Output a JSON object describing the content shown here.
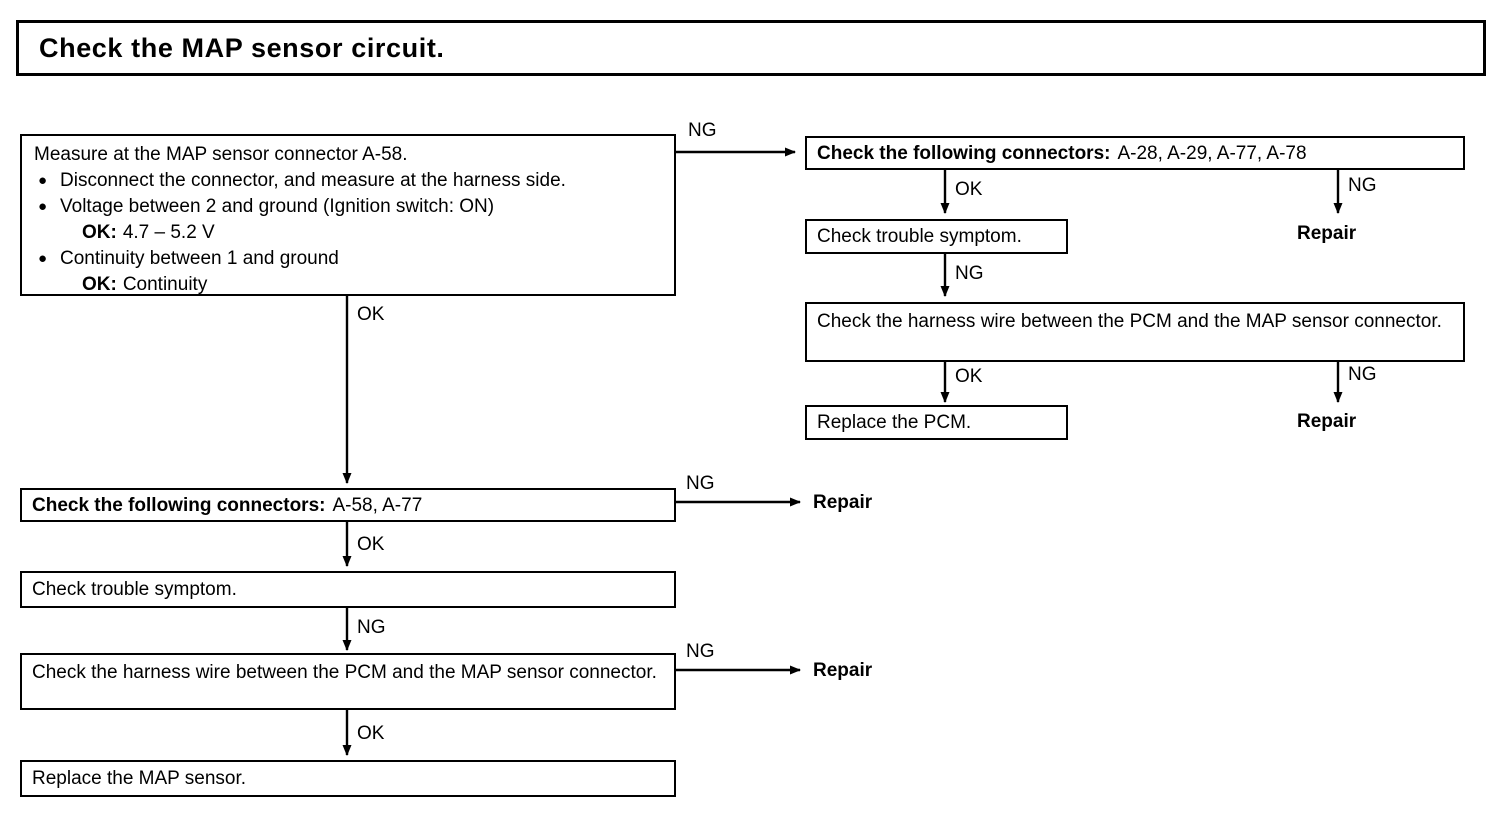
{
  "title": {
    "text": "Check the MAP sensor circuit."
  },
  "nodes": {
    "measure": {
      "heading": "Measure at the MAP sensor connector A-58.",
      "bullets": [
        {
          "text": "Disconnect the connector, and measure at the harness side."
        },
        {
          "text": "Voltage between 2 and ground (Ignition switch: ON)"
        },
        {
          "text": "Continuity between 1 and ground"
        }
      ],
      "sub_voltage_label": "OK:",
      "sub_voltage_value": "4.7 – 5.2 V",
      "sub_continuity_label": "OK:",
      "sub_continuity_value": "Continuity"
    },
    "left_connectors": {
      "bold_label": "Check the following connectors:",
      "value": "A-58, A-77"
    },
    "left_trouble": {
      "text": "Check trouble symptom."
    },
    "left_harness": {
      "text": "Check the harness wire between the PCM and the MAP sensor connector."
    },
    "left_replace": {
      "text": "Replace the MAP sensor."
    },
    "right_connectors": {
      "bold_label": "Check the following connectors:",
      "value": "A-28, A-29, A-77, A-78"
    },
    "right_trouble": {
      "text": "Check trouble symptom."
    },
    "right_harness": {
      "text": "Check the harness wire between the PCM and the MAP sensor connector."
    },
    "right_replace": {
      "text": "Replace the PCM."
    }
  },
  "labels": {
    "ng_measure_out": "NG",
    "ok_measure_down": "OK",
    "ok_left_connectors": "OK",
    "ng_left_connectors": "NG",
    "ng_left_trouble": "NG",
    "ok_left_harness": "OK",
    "ng_left_harness": "NG",
    "ok_right_connectors": "OK",
    "ng_right_connectors": "NG",
    "ng_right_trouble": "NG",
    "ok_right_harness": "OK",
    "ng_right_harness": "NG"
  },
  "terminals": {
    "repair_right_top": "Repair",
    "repair_right_bottom": "Repair",
    "repair_left_connectors": "Repair",
    "repair_left_harness": "Repair"
  },
  "colors": {
    "ink": "#000000",
    "paper": "#ffffff"
  }
}
